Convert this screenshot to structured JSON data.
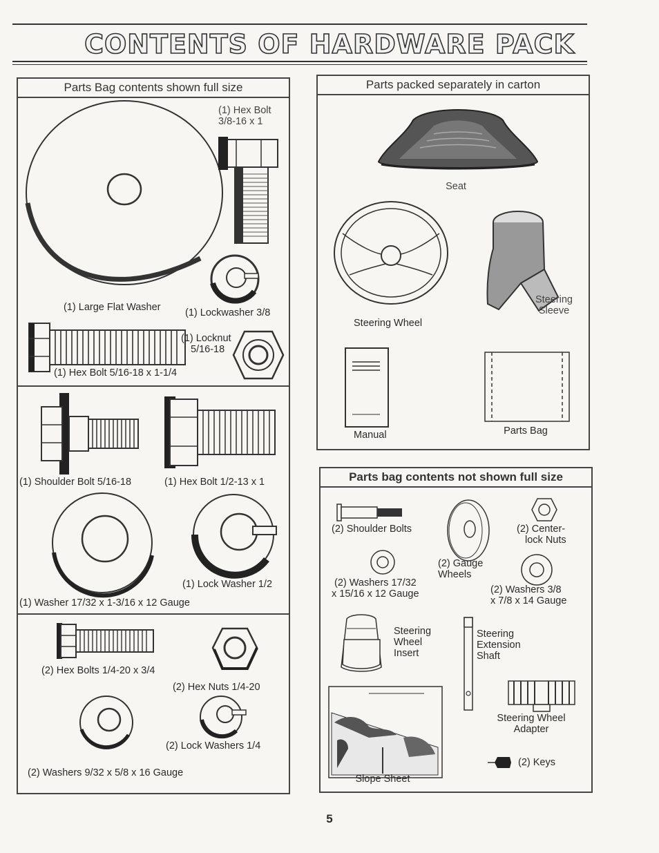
{
  "page": {
    "title": "CONTENTS OF HARDWARE PACK",
    "page_number": "5"
  },
  "left_panel": {
    "header": "Parts Bag contents shown full size",
    "hex_bolt_38": "(1) Hex Bolt",
    "hex_bolt_38_size": "3/8-16 x 1",
    "large_flat_washer": "(1) Large Flat Washer",
    "lockwasher_38": "(1) Lockwasher 3/8",
    "locknut": "(1) Locknut",
    "locknut_size": "5/16-18",
    "hex_bolt_516": "(1) Hex Bolt 5/16-18 x 1-1/4",
    "shoulder_bolt": "(1) Shoulder Bolt 5/16-18",
    "hex_bolt_12": "(1) Hex Bolt 1/2-13 x 1",
    "lock_washer_12": "(1) Lock Washer 1/2",
    "washer_1732": "(1) Washer 17/32 x 1-3/16 x 12 Gauge",
    "hex_bolts_14": "(2) Hex Bolts 1/4-20 x 3/4",
    "hex_nuts_14": "(2) Hex Nuts 1/4-20",
    "lock_washers_14": "(2) Lock Washers 1/4",
    "washers_932": "(2) Washers 9/32 x 5/8 x 16 Gauge"
  },
  "carton_panel": {
    "header": "Parts packed separately in carton",
    "seat": "Seat",
    "steering_wheel": "Steering Wheel",
    "steering_sleeve_1": "Steering",
    "steering_sleeve_2": "Sleeve",
    "manual": "Manual",
    "parts_bag": "Parts Bag"
  },
  "not_full_panel": {
    "header": "Parts bag contents not shown full size",
    "shoulder_bolts": "(2) Shoulder Bolts",
    "center_lock_1": "(2) Center-",
    "center_lock_2": "lock Nuts",
    "gauge_wheels_1": "(2) Gauge",
    "gauge_wheels_2": "Wheels",
    "washers_1732_1": "(2) Washers 17/32",
    "washers_1732_2": "x 15/16 x 12 Gauge",
    "washers_38_1": "(2) Washers 3/8",
    "washers_38_2": "x 7/8 x 14 Gauge",
    "sw_insert_1": "Steering",
    "sw_insert_2": "Wheel",
    "sw_insert_3": "Insert",
    "ext_shaft_1": "Steering",
    "ext_shaft_2": "Extension",
    "ext_shaft_3": "Shaft",
    "sw_adapter_1": "Steering Wheel",
    "sw_adapter_2": "Adapter",
    "keys": "(2) Keys",
    "slope_sheet": "Slope Sheet"
  },
  "colors": {
    "ink": "#2a2a2a",
    "line": "#444444",
    "paper": "#f7f6f2"
  }
}
